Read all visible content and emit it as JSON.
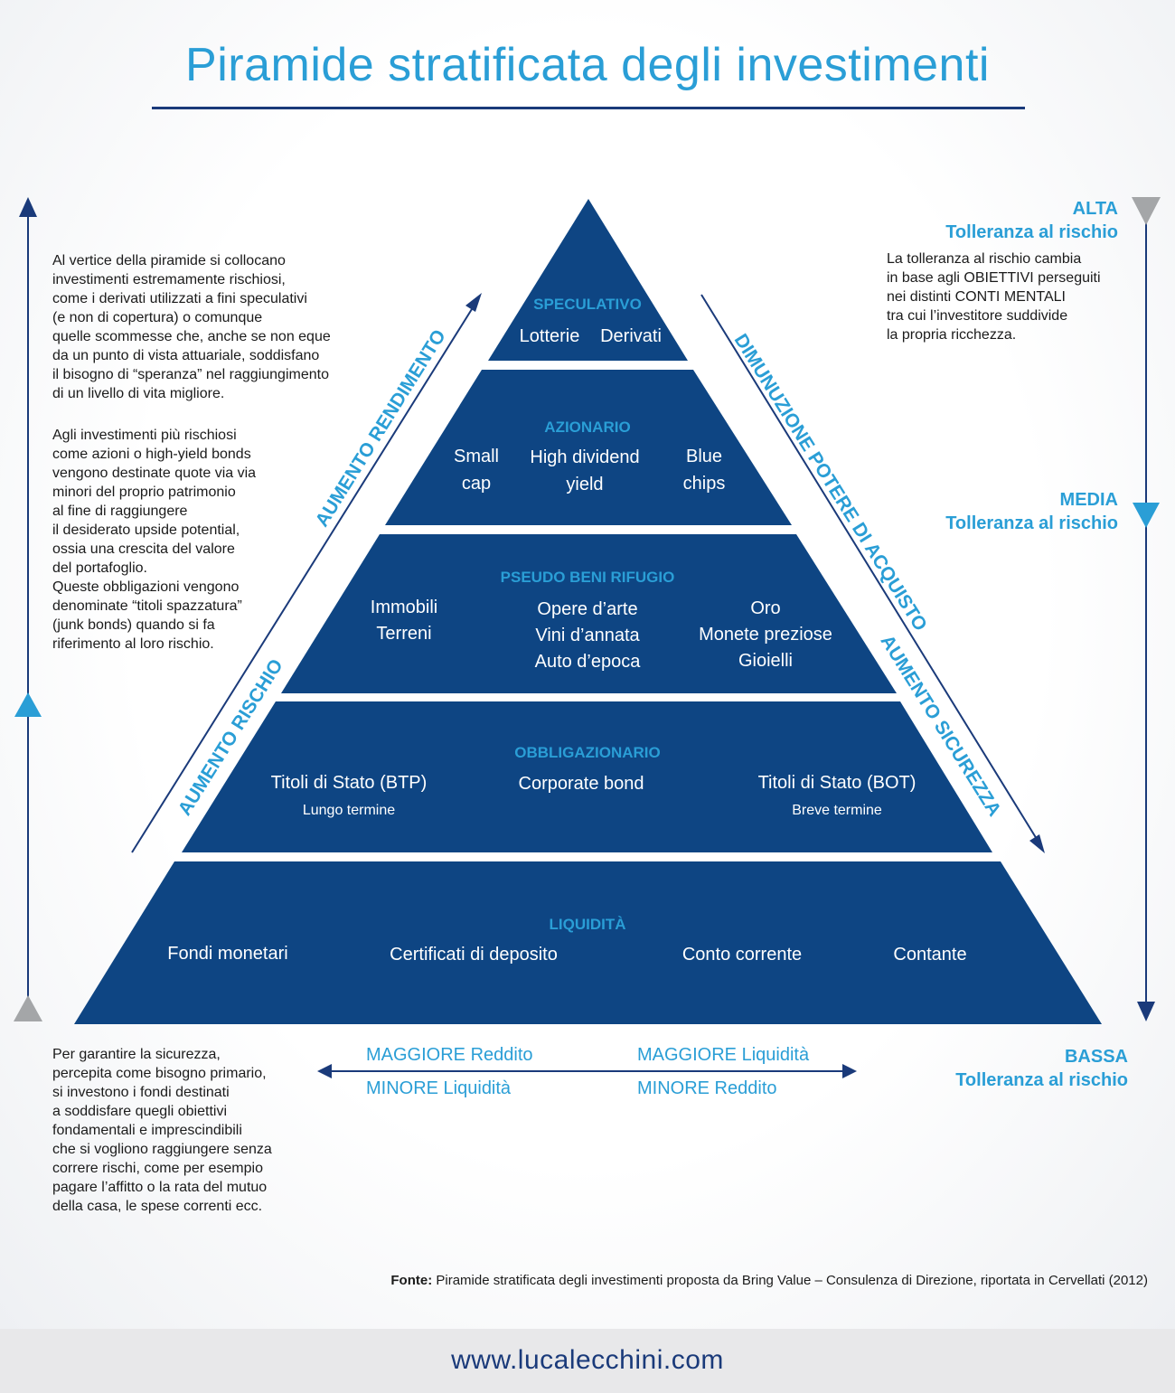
{
  "title": "Piramide stratificata degli investimenti",
  "left_text_1": [
    "Al vertice della piramide si collocano",
    "investimenti estremamente rischiosi,",
    "come i derivati utilizzati a fini speculativi",
    "(e non di copertura) o comunque",
    "quelle scommesse che, anche se non eque",
    "da un punto di vista attuariale, soddisfano",
    "il bisogno di “speranza” nel raggiungimento",
    "di un livello di vita migliore."
  ],
  "left_text_2": [
    "Agli investimenti più rischiosi",
    "come azioni o high-yield bonds",
    "vengono destinate quote via via",
    "minori del proprio patrimonio",
    "al fine di raggiungere",
    "il desiderato upside potential,",
    "ossia una crescita del valore",
    "del portafoglio.",
    "Queste obbligazioni vengono",
    "denominate “titoli spazzatura”",
    "(junk bonds) quando si fa",
    "riferimento al loro rischio."
  ],
  "left_text_3": [
    "Per garantire la sicurezza,",
    "percepita come bisogno primario,",
    "si investono i fondi destinati",
    "a soddisfare quegli obiettivi",
    "fondamentali e imprescindibili",
    "che si vogliono raggiungere senza",
    "correre rischi, come per esempio",
    "pagare l’affitto o la rata del mutuo",
    "della casa, le spese correnti ecc."
  ],
  "right_text": [
    "La tolleranza al rischio cambia",
    "in base agli OBIETTIVI perseguiti",
    "nei distinti CONTI MENTALI",
    "tra cui l’investitore suddivide",
    "la propria ricchezza."
  ],
  "risk_levels": {
    "alta": "ALTA",
    "media": "MEDIA",
    "bassa": "BASSA",
    "sub": "Tolleranza al rischio"
  },
  "diagonals": {
    "aumento_rendimento": "AUMENTO RENDIMENTO",
    "aumento_rischio": "AUMENTO RISCHIO",
    "diminuzione_potere": "DIMUNUZIONE POTERE DI ACQUISTO",
    "aumento_sicurezza": "AUMENTO SICUREZZA"
  },
  "pyramid": {
    "speculativo": {
      "title": "SPECULATIVO",
      "items": [
        "Lotterie",
        "Derivati"
      ]
    },
    "azionario": {
      "title": "AZIONARIO",
      "items": [
        [
          "Small",
          "cap"
        ],
        [
          "High dividend",
          "yield"
        ],
        [
          "Blue",
          "chips"
        ]
      ]
    },
    "pseudo": {
      "title": "PSEUDO BENI RIFUGIO",
      "items": [
        [
          "Immobili",
          "Terreni"
        ],
        [
          "Opere d’arte",
          "Vini d’annata",
          "Auto d’epoca"
        ],
        [
          "Oro",
          "Monete preziose",
          "Gioielli"
        ]
      ]
    },
    "obbligazionario": {
      "title": "OBBLIGAZIONARIO",
      "items": [
        [
          "Titoli di Stato (BTP)",
          "Lungo termine"
        ],
        [
          "Corporate bond"
        ],
        [
          "Titoli di Stato (BOT)",
          "Breve termine"
        ]
      ]
    },
    "liquidita": {
      "title": "LIQUIDITÀ",
      "items": [
        "Fondi monetari",
        "Certificati di deposito",
        "Conto corrente",
        "Contante"
      ]
    }
  },
  "bottom_labels": {
    "left_top": "MAGGIORE Reddito",
    "left_bottom": "MINORE Liquidità",
    "right_top": "MAGGIORE Liquidità",
    "right_bottom": "MINORE Reddito"
  },
  "source": {
    "label": "Fonte:",
    "text": " Piramide stratificata degli investimenti proposta da Bring Value – Consulenza di Direzione, riportata in Cervellati (2012)"
  },
  "footer_url": "www.lucalecchini.com",
  "colors": {
    "pyramid": "#0e4583",
    "accent": "#2a9ed6",
    "navy": "#1a3a7a",
    "gray": "#a4a6a8"
  }
}
